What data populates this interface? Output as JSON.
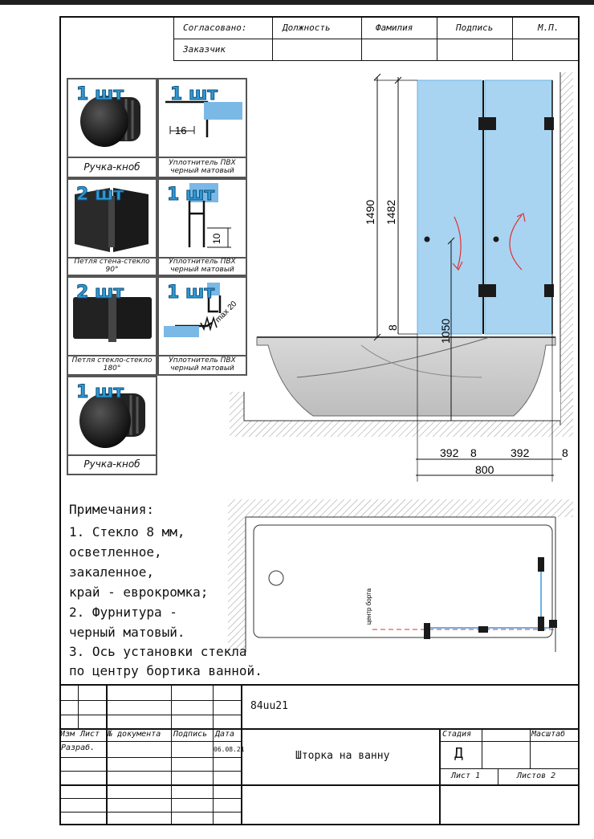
{
  "approval_table": {
    "agreed_label": "Согласовано:",
    "position_header": "Должность",
    "surname_header": "Фамилия",
    "signature_header": "Подпись",
    "seal_header": "М.П.",
    "customer_label": "Заказчик"
  },
  "parts": [
    {
      "qty": "1 шт",
      "caption": "Ручка-кноб"
    },
    {
      "qty": "1 шт",
      "dimension": "16",
      "caption": "Уплотнитель ПВХ черный матовый"
    },
    {
      "qty": "2 шт",
      "caption": "Петля стена-стекло 90°"
    },
    {
      "qty": "1 шт",
      "dimension": "10",
      "caption": "Уплотнитель ПВХ черный матовый"
    },
    {
      "qty": "2 шт",
      "caption": "Петля стекло-стекло 180°"
    },
    {
      "qty": "1 шт",
      "dimension": "max 20",
      "caption": "Уплотнитель ПВХ черный матовый"
    },
    {
      "qty": "1 шт",
      "caption": "Ручка-кноб"
    }
  ],
  "dimensions": {
    "total_height": "1490",
    "glass_height": "1482",
    "gap": "8",
    "handle_height": "1050",
    "panel_left": "392",
    "gap_mid": "8",
    "panel_right": "392",
    "gap_right": "8",
    "total_width": "800"
  },
  "plan_view": {
    "rim_center_label": "центр борта"
  },
  "notes": {
    "title": "Примечания:",
    "lines": [
      "1. Стекло 8 мм,",
      "осветленное,",
      "закаленное,",
      "край - еврокромка;",
      "2. Фурнитура -",
      "черный матовый.",
      "3. Ось установки стекла",
      "по центру бортика ванной."
    ]
  },
  "title_block": {
    "doc_code": "84uu21",
    "change_label": "Изм",
    "sheet_label": "Лист",
    "doc_no_label": "№ документа",
    "signature_label": "Подпись",
    "date_label": "Дата",
    "developed_label": "Разраб.",
    "date_value": "06.08.21",
    "title": "Шторка на ванну",
    "stage_label": "Стадия",
    "stage_value": "Д",
    "scale_label": "Масштаб",
    "sheet_value": "Лист 1",
    "sheets_value": "Листов 2"
  },
  "colors": {
    "glass": "#a8d4f2",
    "glass_edge": "#6ab3e3",
    "fitting": "#1a1a1a",
    "arrow": "#e03030",
    "badge": "#2f9ad6",
    "tub": "#cfcfcf"
  }
}
